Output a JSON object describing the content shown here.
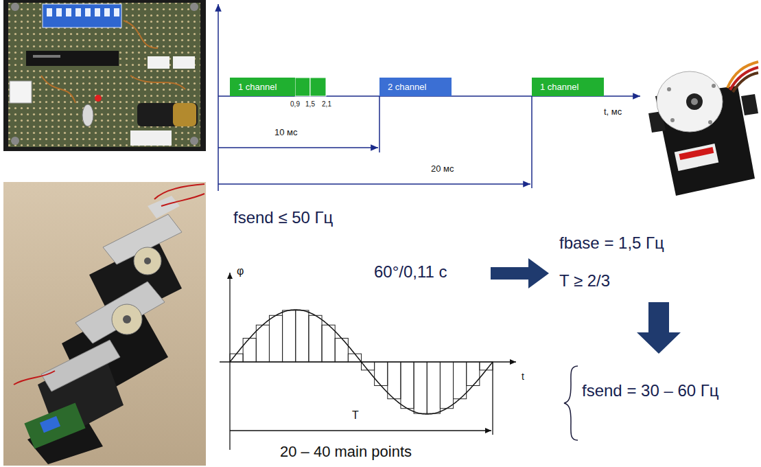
{
  "diagram": {
    "nodes": [
      {
        "text": [
          "1 channel"
        ]
      },
      {
        "text": [
          "2 channel"
        ]
      },
      {
        "text": [
          "1 channel"
        ]
      }
    ],
    "labels": [
      "0,9",
      "1,5",
      "2,1",
      "10 мс",
      "20 мс",
      "t, мс",
      "fsend ≤ 50 Гц",
      "60°/0,11 с",
      "fbase = 1,5 Гц",
      "T ≥ 2/3",
      "fsend = 30 – 60 Гц",
      "φ",
      "t",
      "T",
      "20 – 40 main points"
    ]
  }
}
